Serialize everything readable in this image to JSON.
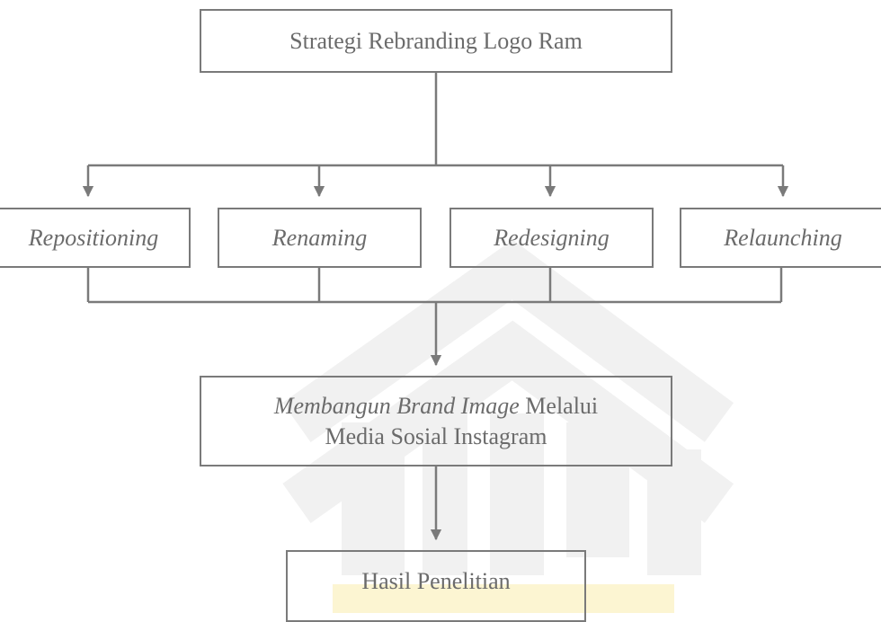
{
  "diagram": {
    "top": {
      "label": "Strategi Rebranding Logo Ram"
    },
    "strategies": [
      {
        "label": "Repositioning"
      },
      {
        "label": "Renaming"
      },
      {
        "label": "Redesigning"
      },
      {
        "label": "Relaunching"
      }
    ],
    "middle": {
      "italic_part": "Membangun Brand Image",
      "plain_part": " Melalui",
      "line2": "Media Sosial Instagram"
    },
    "bottom": {
      "label": "Hasil Penelitian"
    }
  },
  "colors": {
    "line": "#7a7a7a",
    "text": "#6b6b6b",
    "watermark_gray": "#f0f0f0",
    "watermark_gold": "#fbf3c8"
  }
}
